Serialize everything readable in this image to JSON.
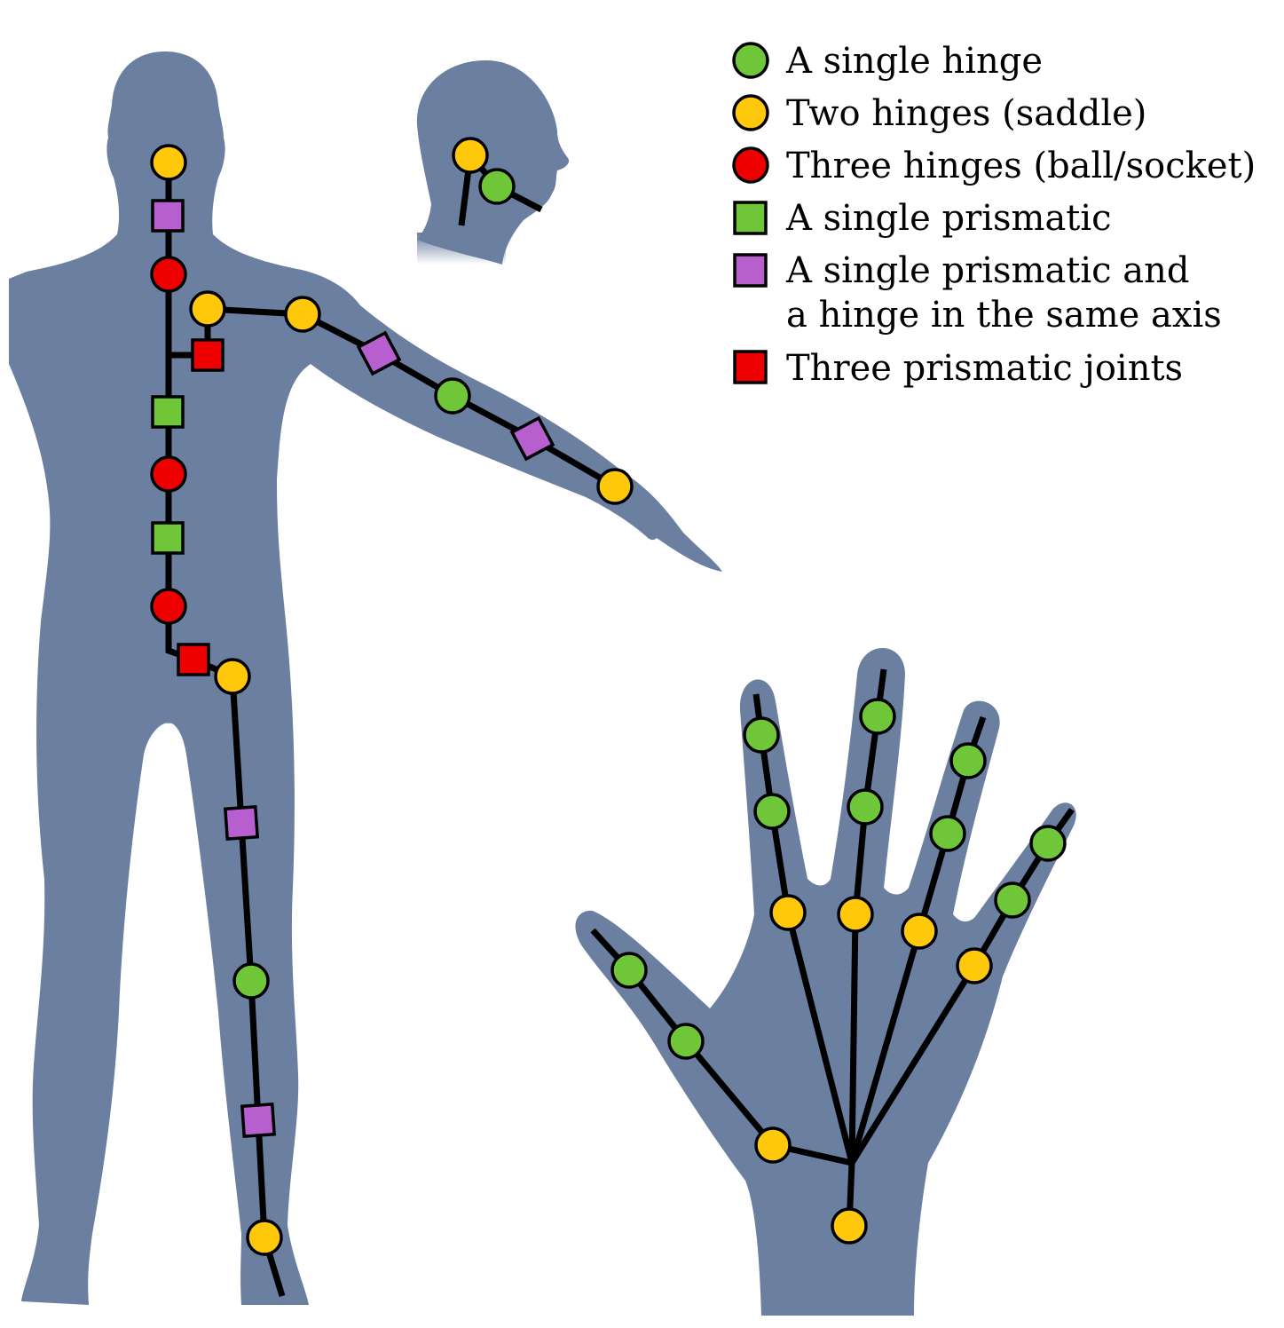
{
  "colors": {
    "body": "#6b7fa0",
    "single_hinge": "#6fc638",
    "two_hinges": "#ffc80a",
    "three_hinges": "#ee0000",
    "single_prismatic": "#6fc638",
    "prismatic_hinge": "#b85fd0",
    "three_prismatic": "#ee0000"
  },
  "legend": [
    {
      "shape": "circle",
      "color_key": "single_hinge",
      "lines": [
        "A single hinge"
      ]
    },
    {
      "shape": "circle",
      "color_key": "two_hinges",
      "lines": [
        "Two hinges (saddle)"
      ]
    },
    {
      "shape": "circle",
      "color_key": "three_hinges",
      "lines": [
        "Three hinges (ball/socket)"
      ]
    },
    {
      "shape": "square",
      "color_key": "single_prismatic",
      "lines": [
        "A single prismatic"
      ]
    },
    {
      "shape": "square",
      "color_key": "prismatic_hinge",
      "lines": [
        "A single prismatic and",
        "a hinge in the same axis"
      ]
    },
    {
      "shape": "square",
      "color_key": "three_prismatic",
      "lines": [
        "Three prismatic joints"
      ]
    }
  ]
}
